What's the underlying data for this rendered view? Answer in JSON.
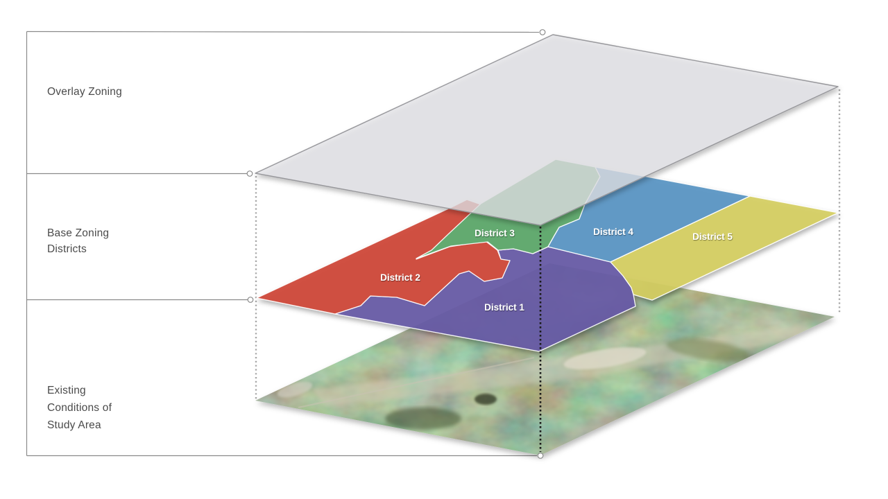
{
  "left_panel": {
    "rows": [
      {
        "lines": [
          "Overlay Zoning"
        ]
      },
      {
        "lines": [
          "Base Zoning",
          "Districts"
        ]
      },
      {
        "lines": [
          "Existing",
          "Conditions of",
          "Study Area"
        ]
      }
    ]
  },
  "diagram": {
    "overlay_layer": {
      "color": "#e2e2e6"
    },
    "districts": [
      {
        "label": "District 1",
        "color": "#675aa6"
      },
      {
        "label": "District 2",
        "color": "#cf4b3c"
      },
      {
        "label": "District 3",
        "color": "#5fa96c"
      },
      {
        "label": "District 4",
        "color": "#5e97c5"
      },
      {
        "label": "District 5",
        "color": "#d5ce61"
      }
    ],
    "photo": {
      "base_color": "#5a6a42"
    }
  }
}
